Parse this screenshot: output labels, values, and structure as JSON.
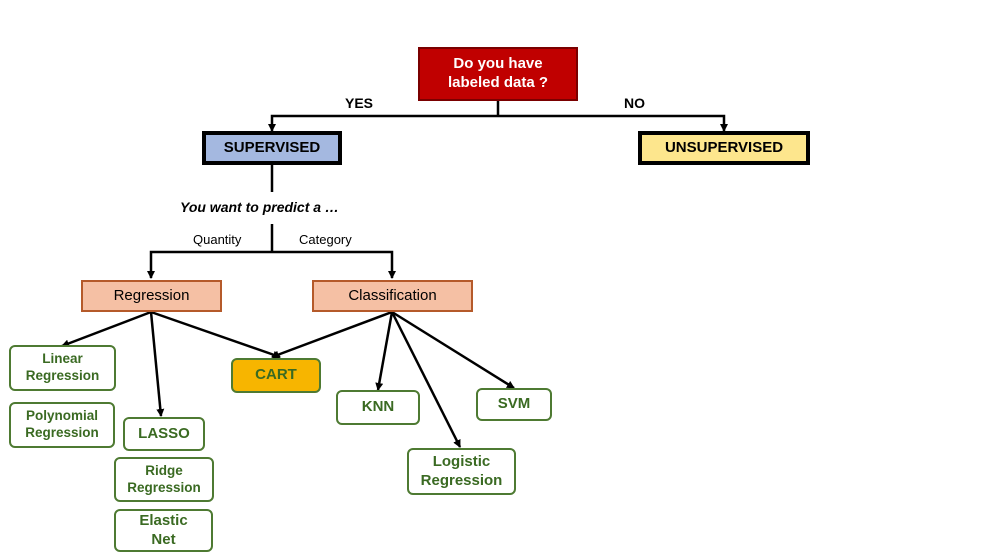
{
  "root": {
    "line1": "Do you have",
    "line2": "labeled data ?"
  },
  "edges": {
    "yes": "YES",
    "no": "NO",
    "quantity": "Quantity",
    "category": "Category"
  },
  "supervised": "SUPERVISED",
  "unsupervised": "UNSUPERVISED",
  "question": "You want to predict a …",
  "regression": "Regression",
  "classification": "Classification",
  "leaves": {
    "linear": {
      "line1": "Linear",
      "line2": "Regression"
    },
    "polynomial": {
      "line1": "Polynomial",
      "line2": "Regression"
    },
    "lasso": "LASSO",
    "ridge": {
      "line1": "Ridge",
      "line2": "Regression"
    },
    "elastic": {
      "line1": "Elastic",
      "line2": "Net"
    },
    "cart": "CART",
    "knn": "KNN",
    "svm": "SVM",
    "logistic": {
      "line1": "Logistic",
      "line2": "Regression"
    }
  },
  "colors": {
    "root_fill": "#c00000",
    "supervised_fill": "#a4b8e0",
    "unsupervised_fill": "#fde68d",
    "category_fill": "#f5c0a4",
    "leaf_border": "#4e7a32",
    "cart_fill": "#f7b500"
  }
}
